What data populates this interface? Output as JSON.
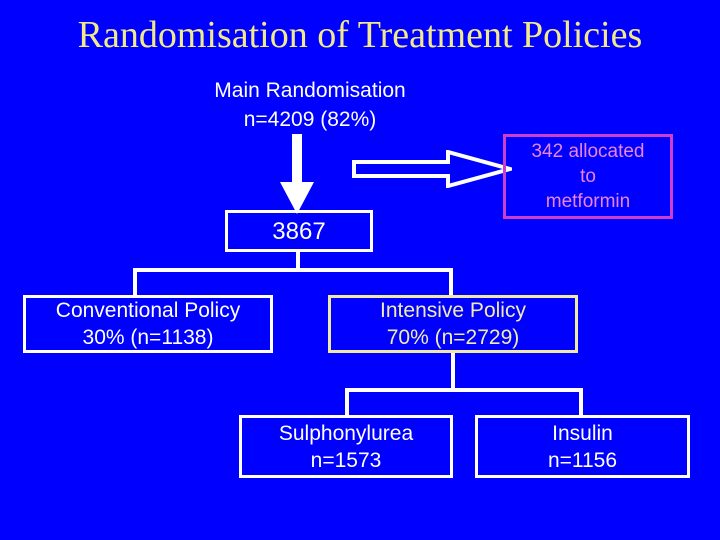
{
  "slide": {
    "title": "Randomisation of Treatment Policies",
    "background_color": "#0000FF",
    "title_color": "#F2E98A"
  },
  "labels": {
    "main_randomisation": "Main Randomisation\nn=4209 (82%)"
  },
  "flowchart": {
    "type": "flowchart",
    "nodes": [
      {
        "id": "main-randomisation",
        "text": "Main Randomisation\nn=4209 (82%)",
        "boxed": false,
        "text_color": "#FFFFFF"
      },
      {
        "id": "randomised-total",
        "text": "3867",
        "boxed": true,
        "border_color": "#FFFFFF",
        "text_color": "#FFFFFF"
      },
      {
        "id": "metformin-allocated",
        "text": "342 allocated\nto\nmetformin",
        "boxed": true,
        "border_color": "#CC3FCC",
        "text_color": "#EA84E0"
      },
      {
        "id": "conventional-policy",
        "text": "Conventional Policy\n30% (n=1138)",
        "boxed": true,
        "border_color": "#FFFFFF",
        "text_color": "#FFFFFF"
      },
      {
        "id": "intensive-policy",
        "text": "Intensive Policy\n70% (n=2729)",
        "boxed": true,
        "border_color": "#F0E9A6",
        "text_color": "#F2ECB0"
      },
      {
        "id": "sulphonylurea",
        "text": "Sulphonylurea\nn=1573",
        "boxed": true,
        "border_color": "#FFFFFF",
        "text_color": "#FFFFFF"
      },
      {
        "id": "insulin",
        "text": "Insulin\nn=1156",
        "boxed": true,
        "border_color": "#FFFFFF",
        "text_color": "#FFFFFF"
      }
    ],
    "arrows": [
      {
        "id": "arrow-down",
        "direction": "down",
        "style": "solid-block",
        "from": "main-randomisation",
        "to": "randomised-total"
      },
      {
        "id": "arrow-right",
        "direction": "right",
        "style": "outline-block",
        "from": "main-randomisation",
        "to": "metformin-allocated"
      }
    ],
    "connectors": [
      {
        "from": "randomised-total",
        "to": [
          "conventional-policy",
          "intensive-policy"
        ]
      },
      {
        "from": "intensive-policy",
        "to": [
          "sulphonylurea",
          "insulin"
        ]
      }
    ]
  },
  "chart_data": {
    "type": "table",
    "title": "Randomisation of Treatment Policies",
    "categories": [
      "Main Randomisation",
      "342 allocated to metformin",
      "3867",
      "Conventional Policy",
      "Intensive Policy",
      "Sulphonylurea",
      "Insulin"
    ],
    "values": [
      4209,
      342,
      3867,
      1138,
      2729,
      1573,
      1156
    ],
    "percentages": [
      82,
      null,
      null,
      30,
      70,
      null,
      null
    ],
    "xlabel": "",
    "ylabel": "n"
  }
}
